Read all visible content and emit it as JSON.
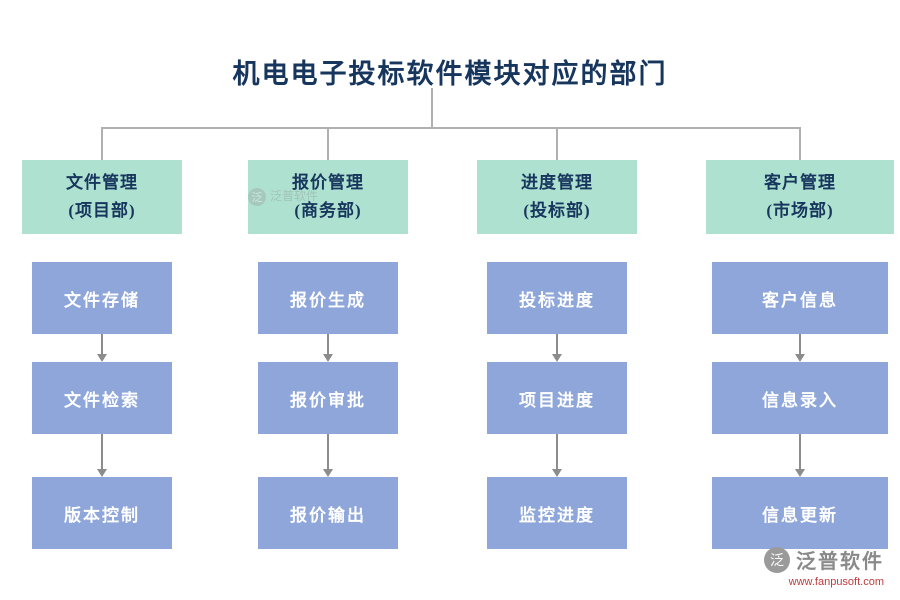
{
  "title": "机电电子投标软件模块对应的部门",
  "columns": [
    {
      "header": {
        "line1": "文件管理",
        "line2": "(项目部)"
      },
      "items": [
        "文件存储",
        "文件检索",
        "版本控制"
      ]
    },
    {
      "header": {
        "line1": "报价管理",
        "line2": "(商务部)"
      },
      "items": [
        "报价生成",
        "报价审批",
        "报价输出"
      ]
    },
    {
      "header": {
        "line1": "进度管理",
        "line2": "(投标部)"
      },
      "items": [
        "投标进度",
        "项目进度",
        "监控进度"
      ]
    },
    {
      "header": {
        "line1": "客户管理",
        "line2": "(市场部)"
      },
      "items": [
        "客户信息",
        "信息录入",
        "信息更新"
      ]
    }
  ],
  "watermark": {
    "brand": "泛普软件",
    "url": "www.fanpusoft.com",
    "faint_brand": "泛普软件",
    "logo_glyph": "泛"
  },
  "colors": {
    "title_text": "#17365d",
    "header_bg": "#aee1d0",
    "box_bg": "#8ea6d9",
    "box_text": "#ffffff",
    "connector": "#b0b0b0",
    "arrow": "#8c8c8c",
    "url_text": "#c23b3b"
  }
}
